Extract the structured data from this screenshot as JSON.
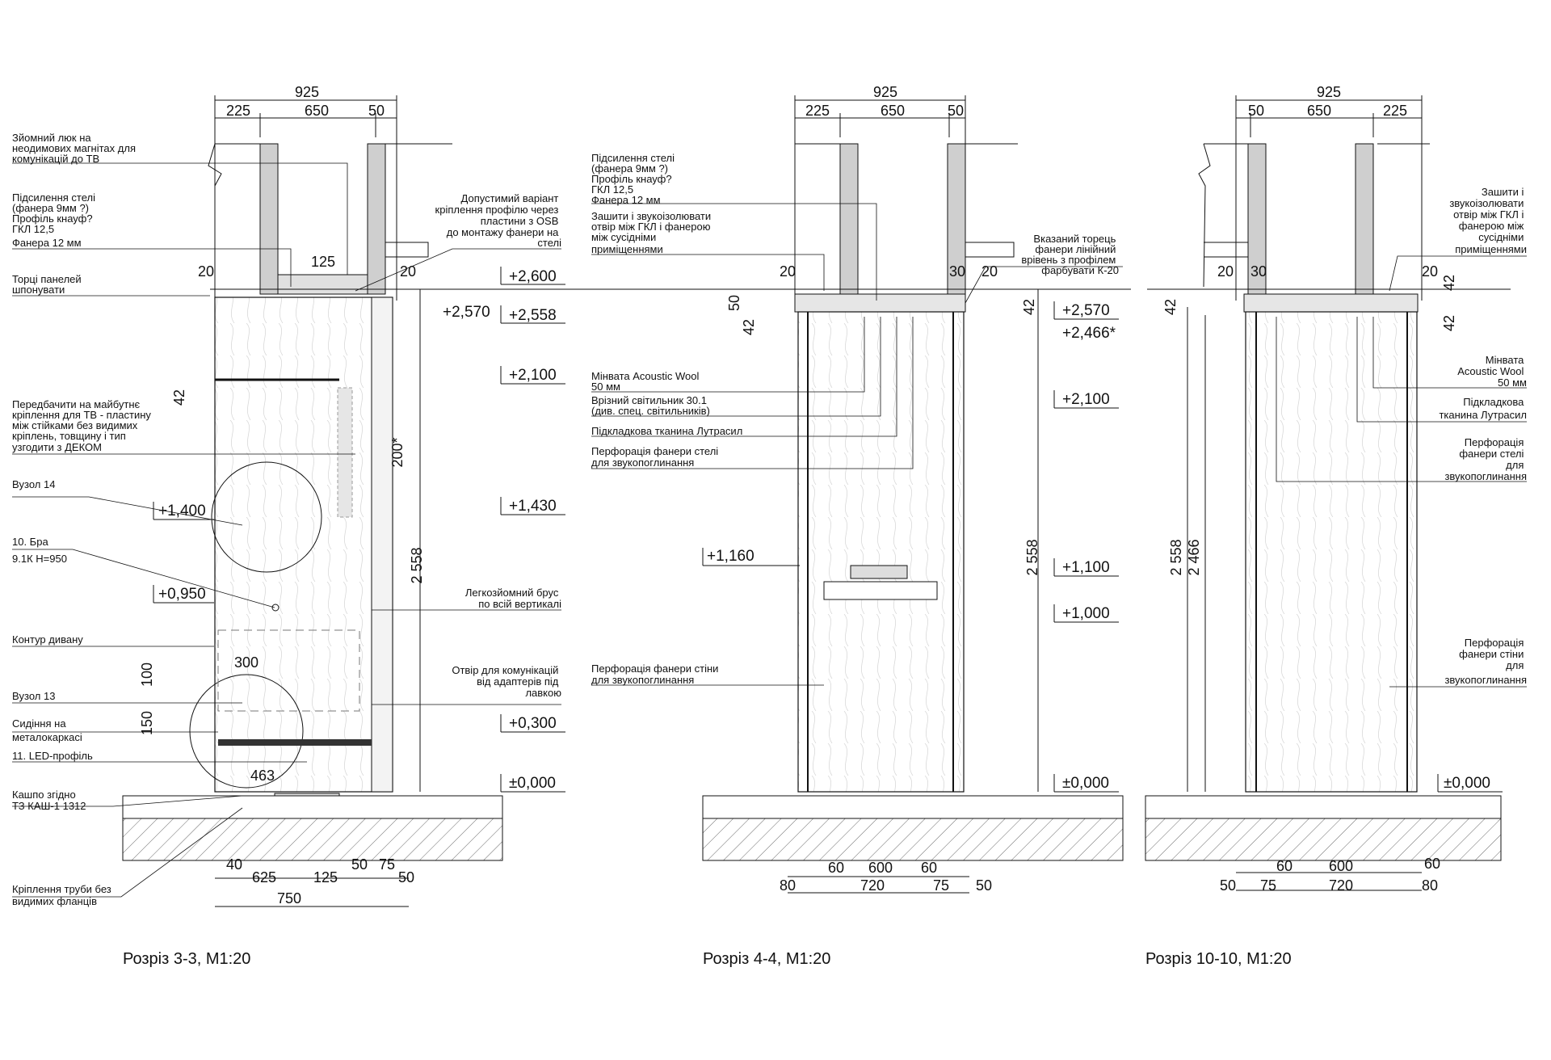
{
  "sections": [
    {
      "id": "s33",
      "caption": "Розріз 3-3, М1:20",
      "dims_top": [
        "925",
        "225",
        "650",
        "50"
      ],
      "dims_side": [
        "20",
        "125",
        "20",
        "42",
        "100",
        "150",
        "300",
        "463",
        "200*",
        "2 558"
      ],
      "dims_bottom": [
        "40",
        "625",
        "125",
        "50",
        "75",
        "50",
        "750"
      ],
      "levels": [
        "+2,600",
        "+2,570",
        "+2,558",
        "+2,100",
        "+1,430",
        "+1,400",
        "+0,950",
        "+0,300",
        "±0,000"
      ],
      "notes_left": [
        [
          "Зйомний люк на",
          "неодимових магнітах для",
          "комунікацій до ТВ"
        ],
        [
          "Підсилення стелі",
          "(фанера 9мм ?)",
          "Профіль кнауф?",
          "ГКЛ 12,5",
          "Фанера 12 мм"
        ],
        [
          "Торці панелей",
          "шпонувати"
        ],
        [
          "Передбачити на майбутнє",
          "кріплення для ТВ - пластину",
          "між стійками без видимих",
          "кріплень, товщину і тип",
          "узгодити з ДЕКОМ"
        ],
        [
          "Вузол 14"
        ],
        [
          "10. Бра"
        ],
        [
          "9.1К Н=950"
        ],
        [
          "Контур дивану"
        ],
        [
          "Вузол 13"
        ],
        [
          "Сидіння на",
          "металокаркасі"
        ],
        [
          "11. LED-профіль"
        ],
        [
          "Кашпо згідно",
          "ТЗ КАШ-1 1312"
        ],
        [
          "Кріплення труби без",
          "видимих фланців"
        ]
      ],
      "notes_right": [
        [
          "Допустимий варіант",
          "кріплення профілю через",
          "пластини з OSB",
          "до монтажу фанери на",
          "стелі"
        ],
        [
          "Легкозйомний брус",
          "по всій вертикалі"
        ],
        [
          "Отвір для комунікацій",
          "від адаптерів під",
          "лавкою"
        ]
      ]
    },
    {
      "id": "s44",
      "caption": "Розріз 4-4, М1:20",
      "dims_top": [
        "925",
        "225",
        "650",
        "50"
      ],
      "dims_side": [
        "20",
        "30",
        "20",
        "50",
        "42",
        "42",
        "2 558"
      ],
      "dims_bottom": [
        "80",
        "60",
        "600",
        "60",
        "720",
        "75",
        "50"
      ],
      "levels": [
        "+2,570",
        "+2,466*",
        "+2,100",
        "+1,160",
        "+1,100",
        "+1,000",
        "±0,000"
      ],
      "notes_left": [
        [
          "Підсилення стелі",
          "(фанера 9мм ?)",
          "Профіль кнауф?",
          "ГКЛ 12,5",
          "Фанера 12 мм"
        ],
        [
          "Зашити і звукоізолювати",
          "отвір між ГКЛ і фанерою",
          "між сусідніми",
          "приміщеннями"
        ],
        [
          "Мінвата Acoustic Wool",
          "50 мм"
        ],
        [
          "Врізний світильник 30.1",
          "(див. спец. світильників)"
        ],
        [
          "Підкладкова тканина Лутрасил"
        ],
        [
          "Перфорація фанери стелі",
          "для звукопоглинання"
        ],
        [
          "Перфорація фанери стіни",
          "для звукопоглинання"
        ]
      ],
      "notes_right": [
        [
          "Вказаний торець",
          "фанери лінійний",
          "врівень з профілем",
          "фарбувати К-20"
        ]
      ]
    },
    {
      "id": "s1010",
      "caption": "Розріз 10-10, М1:20",
      "dims_top": [
        "925",
        "50",
        "650",
        "225"
      ],
      "dims_side": [
        "20",
        "30",
        "20",
        "42",
        "42",
        "42",
        "2 558",
        "2 466"
      ],
      "dims_bottom": [
        "50",
        "60",
        "600",
        "60",
        "75",
        "720",
        "80"
      ],
      "levels": [
        "±0,000"
      ],
      "notes_right": [
        [
          "Зашити і",
          "звукоізолювати",
          "отвір між ГКЛ і",
          "фанерою між",
          "сусідніми",
          "приміщеннями"
        ],
        [
          "Мінвата",
          "Acoustic Wool",
          "50 мм"
        ],
        [
          "Підкладкова",
          "тканина Лутрасил"
        ],
        [
          "Перфорація",
          "фанери стелі",
          "для",
          "звукопоглинання"
        ],
        [
          "Перфорація",
          "фанери стіни",
          "для",
          "звукопоглинання"
        ]
      ]
    }
  ]
}
